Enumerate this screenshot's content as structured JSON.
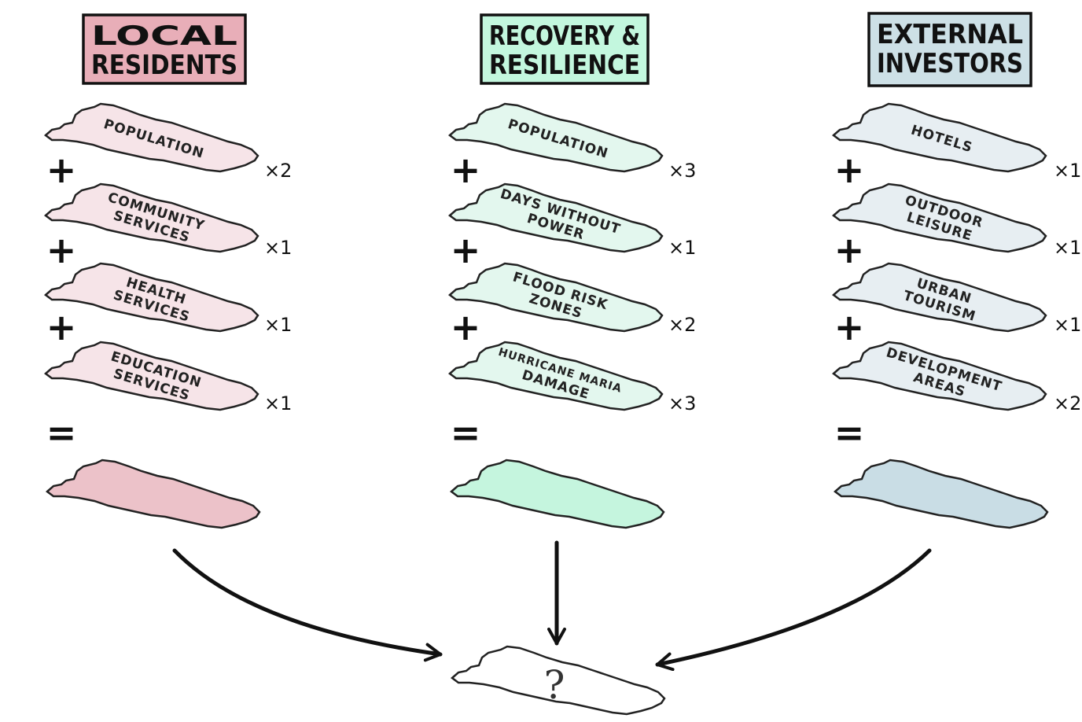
{
  "colors": {
    "residents_fill": "#f6e4e8",
    "residents_result": "#ecc2c9",
    "residents_header": "#e8aeb8",
    "resilience_fill": "#e3f7ee",
    "resilience_result": "#c5f5de",
    "resilience_header": "#c3f7de",
    "investors_fill": "#e7eef2",
    "investors_result": "#c9dde5",
    "investors_header": "#cde0e6",
    "ink": "#111111"
  },
  "columns": [
    {
      "id": "residents",
      "title_lines": [
        "LOCAL",
        "RESIDENTS"
      ],
      "layers": [
        {
          "label_lines": [
            "POPULATION"
          ],
          "weight": "×2"
        },
        {
          "label_lines": [
            "COMMUNITY",
            "SERVICES"
          ],
          "weight": "×1"
        },
        {
          "label_lines": [
            "HEALTH",
            "SERVICES"
          ],
          "weight": "×1"
        },
        {
          "label_lines": [
            "EDUCATION",
            "SERVICES"
          ],
          "weight": "×1"
        }
      ],
      "operators": [
        "+",
        "+",
        "+",
        "="
      ]
    },
    {
      "id": "resilience",
      "title_lines": [
        "RECOVERY &",
        "RESILIENCE"
      ],
      "layers": [
        {
          "label_lines": [
            "POPULATION"
          ],
          "weight": "×3"
        },
        {
          "label_lines": [
            "DAYS WITHOUT",
            "POWER"
          ],
          "weight": "×1"
        },
        {
          "label_lines": [
            "FLOOD RISK",
            "ZONES"
          ],
          "weight": "×2"
        },
        {
          "label_lines": [
            "HURRICANE MARIA",
            "DAMAGE"
          ],
          "weight": "×3"
        }
      ],
      "operators": [
        "+",
        "+",
        "+",
        "="
      ]
    },
    {
      "id": "investors",
      "title_lines": [
        "EXTERNAL",
        "INVESTORS"
      ],
      "layers": [
        {
          "label_lines": [
            "HOTELS"
          ],
          "weight": "×1"
        },
        {
          "label_lines": [
            "OUTDOOR",
            "LEISURE"
          ],
          "weight": "×1"
        },
        {
          "label_lines": [
            "URBAN",
            "TOURISM"
          ],
          "weight": "×1"
        },
        {
          "label_lines": [
            "DEVELOPMENT",
            "AREAS"
          ],
          "weight": "×2"
        }
      ],
      "operators": [
        "+",
        "+",
        "+",
        "="
      ]
    }
  ],
  "outcome": {
    "symbol": "?"
  }
}
